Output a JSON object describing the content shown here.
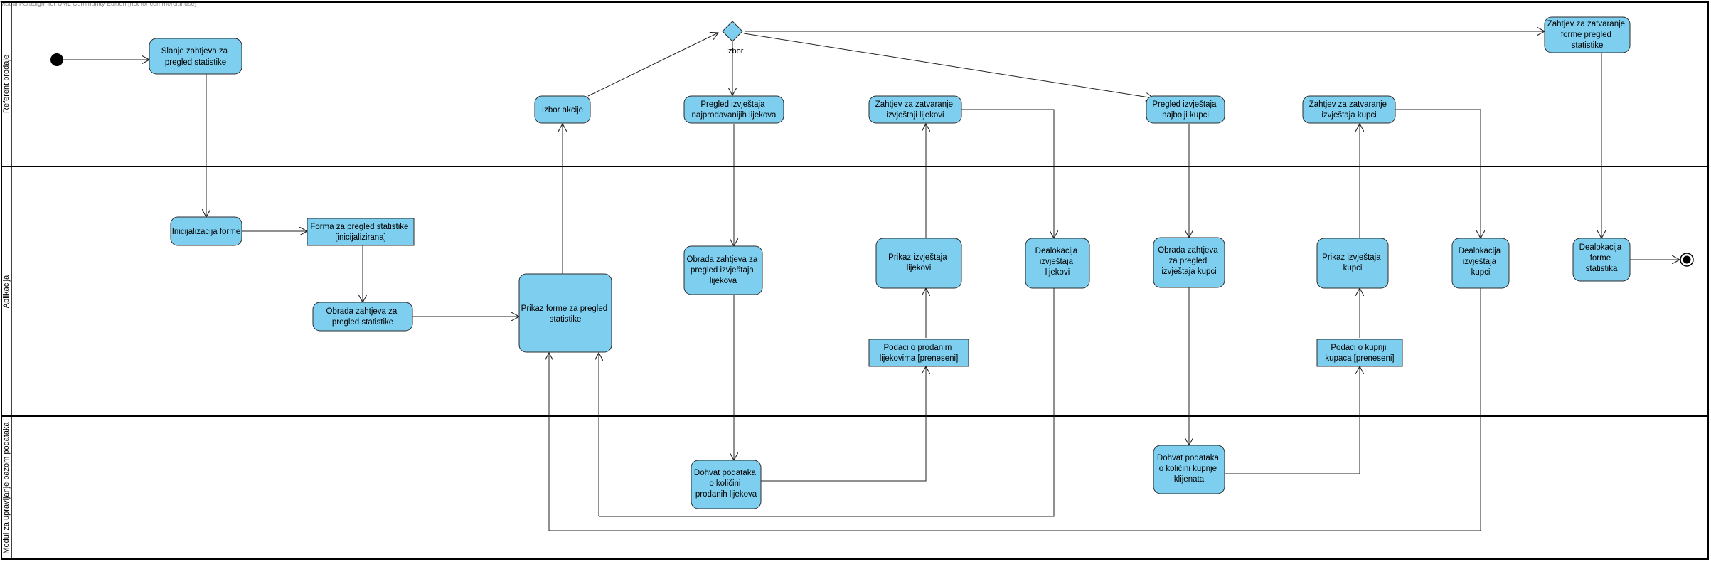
{
  "watermark": "Visual Paradigm for UML Community Edition [not for commercial use]",
  "lanes": {
    "referent": "Referent prodaje",
    "aplikacija": "Aplikacija",
    "modul": "Modul za upravljanje bazom podataka"
  },
  "nodes": {
    "slanje": [
      "Slanje zahtjeva za",
      "pregled statistike"
    ],
    "inicijalizacija": [
      "Inicijalizacija forme"
    ],
    "forma": [
      "Forma za pregled statistike",
      "[inicijalizirana]"
    ],
    "obrada_zahtjeva": [
      "Obrada zahtjeva za",
      "pregled statistike"
    ],
    "prikaz_forme": [
      "Prikaz forme za pregled",
      "statistike"
    ],
    "izbor_akcije": [
      "Izbor akcije"
    ],
    "izbor_label": "Izbor",
    "pregled_lijekova": [
      "Pregled izvještaja",
      "najprodavanijih lijekova"
    ],
    "obrada_lijekova": [
      "Obrada zahtjeva za",
      "pregled izvještaja",
      "lijekova"
    ],
    "dohvat_lijekova": [
      "Dohvat podataka",
      "o količini",
      "prodanih lijekova"
    ],
    "podaci_lijekovi": [
      "Podaci o prodanim",
      "lijekovima [preneseni]"
    ],
    "prikaz_lijekovi": [
      "Prikaz izvještaja",
      "lijekovi"
    ],
    "zatvaranje_lijekovi": [
      "Zahtjev za zatvaranje",
      "izvještaji lijekovi"
    ],
    "dealokacija_lijekovi": [
      "Dealokacija",
      "izvještaja",
      "lijekovi"
    ],
    "pregled_kupci": [
      "Pregled izvještaja",
      "najbolji kupci"
    ],
    "obrada_kupci": [
      "Obrada zahtjeva",
      "za pregled",
      "izvještaja kupci"
    ],
    "dohvat_kupci": [
      "Dohvat podataka",
      "o količini kupnje",
      "klijenata"
    ],
    "podaci_kupci": [
      "Podaci o kupnji",
      "kupaca [preneseni]"
    ],
    "prikaz_kupci": [
      "Prikaz izvještaja",
      "kupci"
    ],
    "zatvaranje_kupci": [
      "Zahtjev za zatvaranje",
      "izvještaja kupci"
    ],
    "dealokacija_kupci": [
      "Dealokacija",
      "izvještaja",
      "kupci"
    ],
    "zatvaranje_forme": [
      "Zahtjev za zatvaranje",
      "forme pregled",
      "statistike"
    ],
    "dealokacija_forme": [
      "Dealokacija",
      "forme",
      "statistika"
    ]
  }
}
